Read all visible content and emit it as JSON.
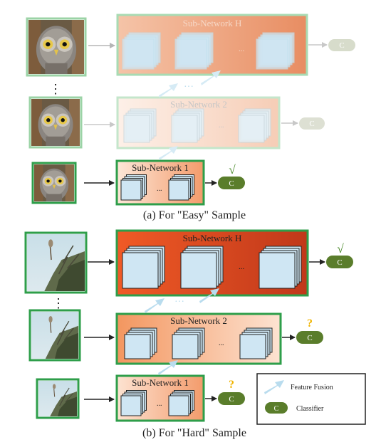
{
  "easy": {
    "caption": "(a) For \"Easy\" Sample",
    "rows": [
      {
        "network": "Sub-Network H",
        "classifier": "C",
        "dots": "...",
        "mark": ""
      },
      {
        "network": "Sub-Network 2",
        "classifier": "C",
        "dots": "...",
        "mark": ""
      },
      {
        "network": "Sub-Network 1",
        "classifier": "C",
        "dots": "...",
        "mark": "√"
      }
    ],
    "vdots": "⋮",
    "fusion_dots": "···"
  },
  "hard": {
    "caption": "(b) For \"Hard\" Sample",
    "rows": [
      {
        "network": "Sub-Network H",
        "classifier": "C",
        "dots": "...",
        "mark": "√"
      },
      {
        "network": "Sub-Network 2",
        "classifier": "C",
        "dots": "...",
        "mark": "?"
      },
      {
        "network": "Sub-Network 1",
        "classifier": "C",
        "dots": "...",
        "mark": "?"
      }
    ],
    "vdots": "⋮",
    "fusion_dots": "···"
  },
  "legend": {
    "feature_fusion": "Feature Fusion",
    "classifier_symbol": "C",
    "classifier": "Classifier"
  },
  "colors": {
    "green_border": "#2e9e4a",
    "classifier_fill": "#5a7d2b",
    "check": "#4a8a2a",
    "question": "#f0b400",
    "easy_net": "#f0a883",
    "hard_net_h": "#d8431f",
    "hard_net_2": "#f08a55",
    "hard_net_1": "#f6b596",
    "fmap": "#cfe6f3",
    "fusion_arrow": "#b9dcee"
  }
}
